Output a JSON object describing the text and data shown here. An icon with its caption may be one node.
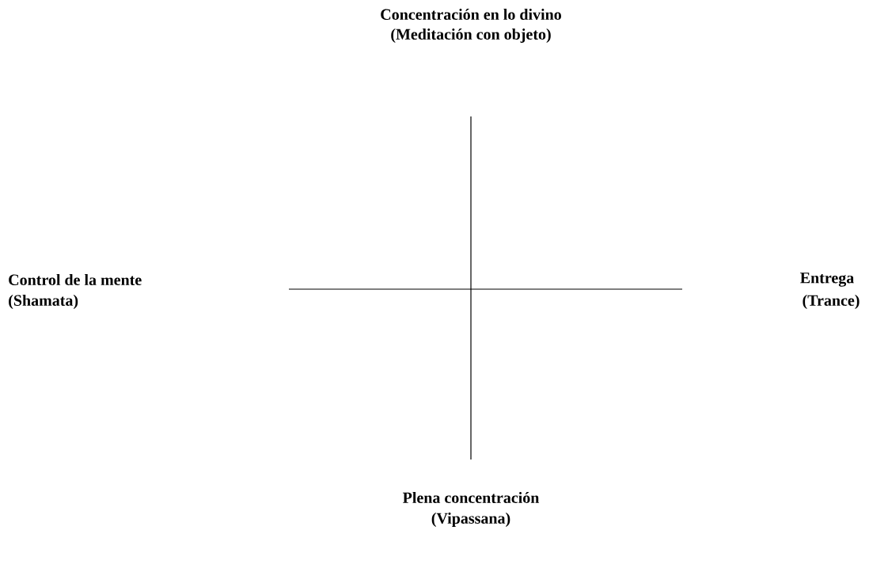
{
  "diagram": {
    "labels": [
      "Concentración en lo divino",
      "(Meditación con objeto)",
      "Control de la mente",
      "(Shamata)",
      "Entrega",
      "(Trance)",
      "Plena concentración",
      "(Vipassana)"
    ]
  }
}
